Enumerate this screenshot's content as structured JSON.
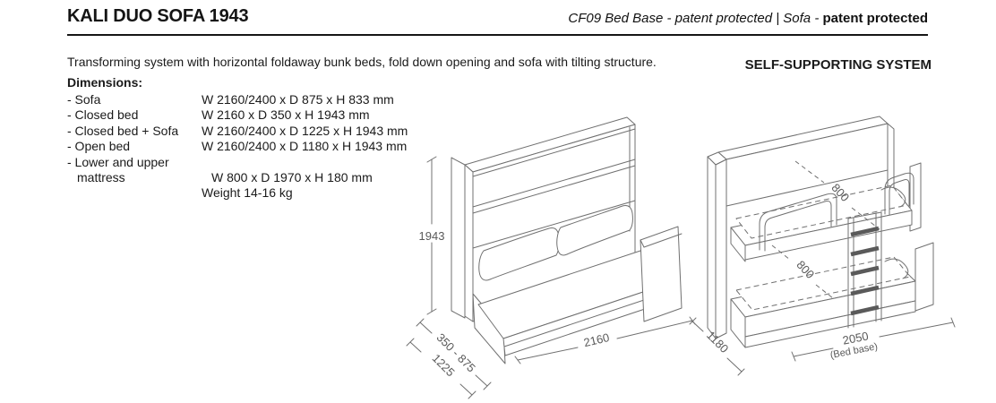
{
  "header": {
    "title": "KALI DUO SOFA 1943",
    "patent_italic": "CF09 Bed Base - patent protected | Sofa - ",
    "patent_bold": "patent protected"
  },
  "intro": {
    "description": "Transforming system with horizontal foldaway bunk beds, fold down opening and sofa with tilting structure.",
    "self_supporting": "SELF-SUPPORTING SYSTEM",
    "dimensions_heading": "Dimensions:"
  },
  "dimensions": {
    "rows": [
      {
        "label": "- Sofa",
        "value": "W 2160/2400 x D 875 x H 833 mm"
      },
      {
        "label": "- Closed bed",
        "value": "W 2160 x D 350 x H 1943 mm"
      },
      {
        "label": "- Closed bed + Sofa",
        "value": "W 2160/2400 x D 1225 x H 1943 mm"
      },
      {
        "label": "- Open bed",
        "value": "W 2160/2400 x D 1180 x H 1943 mm"
      },
      {
        "label": "- Lower and upper",
        "value": ""
      },
      {
        "label": "mattress",
        "value": "W 800 x D 1970 x H 180 mm"
      },
      {
        "label": "",
        "value": "Weight 14-16 kg"
      }
    ]
  },
  "diagram_closed": {
    "name": "closed-bed-with-sofa",
    "labels": {
      "height": "1943",
      "depth_closed_sofa": "350 - 875",
      "depth_total": "1225",
      "width": "2160"
    }
  },
  "diagram_open": {
    "name": "open-bunk-bed",
    "labels": {
      "mattress_upper": "800",
      "mattress_lower": "800",
      "depth_open": "1180",
      "bed_base_width": "2050",
      "bed_base_caption": "(Bed base)"
    }
  },
  "colors": {
    "text": "#1a1a1a",
    "line_art": "#707070",
    "dimension_text": "#595959",
    "background": "#ffffff"
  }
}
